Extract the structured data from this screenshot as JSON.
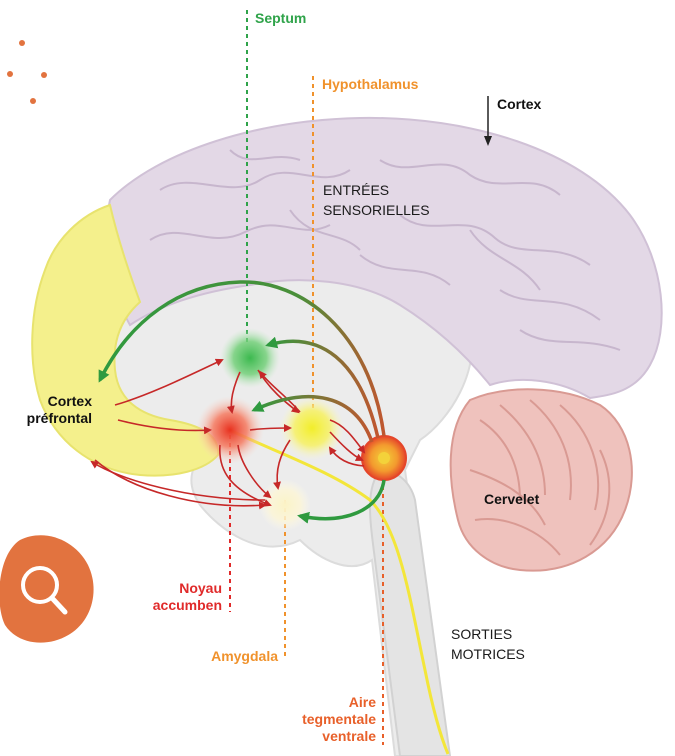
{
  "labels": {
    "septum": "Septum",
    "hypothalamus": "Hypothalamus",
    "cortex": "Cortex",
    "entrees": [
      "ENTRÉES",
      "SENSORIELLES"
    ],
    "cortex_prefrontal": [
      "Cortex",
      "préfrontal"
    ],
    "cervelet": "Cervelet",
    "noyau_accumben": [
      "Noyau",
      "accumben"
    ],
    "amygdala": "Amygdala",
    "sorties": [
      "SORTIES",
      "MOTRICES"
    ],
    "aire_tegmentale": [
      "Aire",
      "tegmentale",
      "ventrale"
    ]
  },
  "icons": {
    "search": "magnifier-icon"
  },
  "colors": {
    "septum": "#2fa34a",
    "hypothalamus": "#f0922c",
    "noyau_accumben": "#e02a2a",
    "aire_tegmentale": "#e8602a",
    "cortex_lobes": "#e3d8e6",
    "prefrontal": "#f4f08c",
    "cervelet": "#efc2bd",
    "inner_brain": "#ececec",
    "pathway_red": "#c62828",
    "pathway_green": "#2f9a3f",
    "pathway_yellow": "#f3e63a",
    "accent_orange": "#e2733f"
  }
}
